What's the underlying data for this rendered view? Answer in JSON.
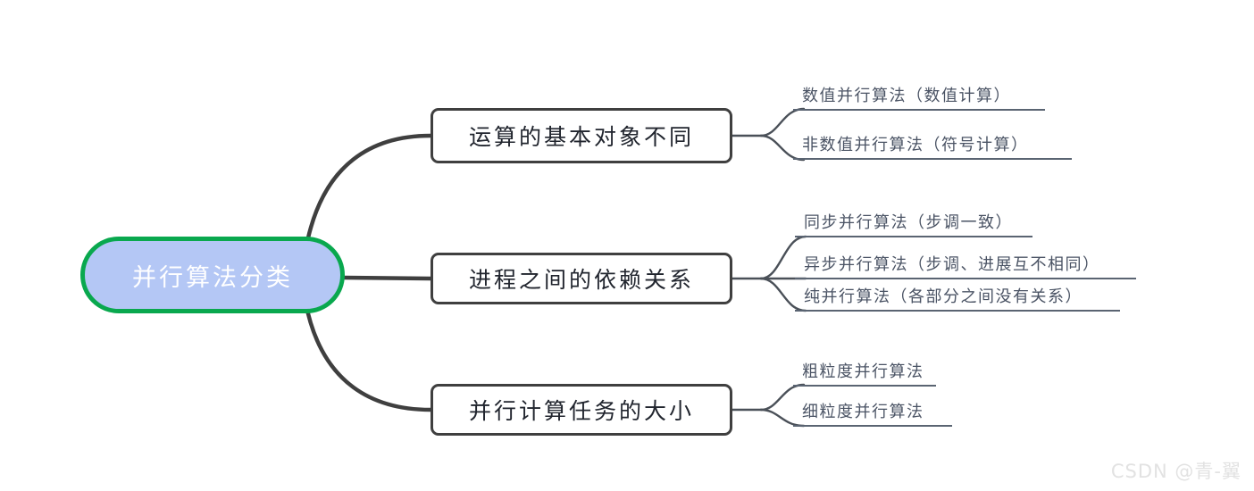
{
  "diagram": {
    "type": "mind-map",
    "title": "并行算法分类",
    "colors": {
      "root_fill": "#b4c7f5",
      "root_border": "#09a84e",
      "root_text": "#ffffff",
      "branch_border": "#3f3f3f",
      "branch_text": "#21252e",
      "leaf_text": "#4a5364",
      "leaf_underline": "#5a6472",
      "connector": "#3f3f3f",
      "background": "#ffffff"
    },
    "root": {
      "label": "并行算法分类"
    },
    "branches": [
      {
        "label": "运算的基本对象不同",
        "leaves": [
          {
            "label": "数值并行算法（数值计算）"
          },
          {
            "label": "非数值并行算法（符号计算）"
          }
        ]
      },
      {
        "label": "进程之间的依赖关系",
        "leaves": [
          {
            "label": "同步并行算法（步调一致）"
          },
          {
            "label": "异步并行算法（步调、进展互不相同）"
          },
          {
            "label": "纯并行算法（各部分之间没有关系）"
          }
        ]
      },
      {
        "label": "并行计算任务的大小",
        "leaves": [
          {
            "label": "粗粒度并行算法"
          },
          {
            "label": "细粒度并行算法"
          }
        ]
      }
    ]
  },
  "watermark": {
    "text": "CSDN @青-翼"
  }
}
